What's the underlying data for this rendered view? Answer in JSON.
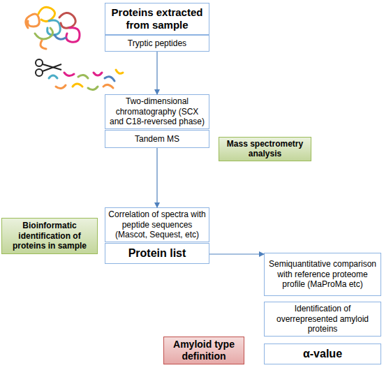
{
  "diagram": {
    "nodes": [
      {
        "text": [
          "Proteins extracted from sample"
        ]
      },
      {
        "text": [
          "Tryptic peptides"
        ]
      },
      {
        "text": [
          "Two-dimensional chromatography (SCX and C18-reversed phase)"
        ]
      },
      {
        "text": [
          "Mass spectrometry analysis"
        ]
      },
      {
        "text": [
          "Tandem MS"
        ]
      },
      {
        "text": [
          "Correlation of spectra with peptide sequences (Mascot, Sequest, etc)"
        ]
      },
      {
        "text": [
          "Bioinformatic identification of proteins in sample"
        ]
      },
      {
        "text": [
          "Protein list"
        ]
      },
      {
        "text": [
          "Semiquantitative comparison with reference proteome profile (MaProMa etc)"
        ]
      },
      {
        "text": [
          "Identification of overrepresented amyloid proteins"
        ]
      },
      {
        "text": [
          "Amyloid type definition"
        ]
      },
      {
        "text": [
          "α-value"
        ]
      }
    ],
    "edges": [
      {
        "from": 1,
        "to": 2,
        "arrow": "to"
      },
      {
        "from": 4,
        "to": 5,
        "arrow": "to"
      },
      {
        "from": 7,
        "to": 8,
        "arrow": "to"
      }
    ]
  }
}
